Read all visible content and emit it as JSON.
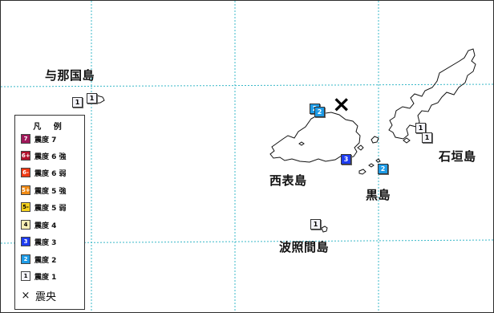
{
  "map": {
    "places": {
      "yonaguni": "与那国島",
      "ishigaki": "石垣島",
      "iriomote": "西表島",
      "kuroshima": "黒島",
      "hateruma": "波照間島"
    },
    "markers": {
      "yonaguni_1a": "1",
      "yonaguni_1b": "1",
      "iriomote_n2a": "2",
      "iriomote_n2b": "2",
      "iriomote_s3": "3",
      "kuroshima_2": "2",
      "ishigaki_1a": "1",
      "ishigaki_1b": "1",
      "hateruma_1": "1"
    },
    "epicenter_symbol": "×",
    "colors": {
      "grid": "#39b8c8",
      "coast": "#111111"
    }
  },
  "legend": {
    "title": "凡 例",
    "items": [
      {
        "code": "7",
        "label": "震度 7",
        "color": "#a0185a",
        "text_color": "#ffffff"
      },
      {
        "code": "6+",
        "label": "震度 6 強",
        "color": "#b3122d",
        "text_color": "#ffffff"
      },
      {
        "code": "6-",
        "label": "震度 6 弱",
        "color": "#f03a14",
        "text_color": "#ffffff"
      },
      {
        "code": "5+",
        "label": "震度 5 強",
        "color": "#f08a14",
        "text_color": "#ffffff"
      },
      {
        "code": "5-",
        "label": "震度 5 弱",
        "color": "#f5d21e",
        "text_color": "#000000"
      },
      {
        "code": "4",
        "label": "震度 4",
        "color": "#f8efb4",
        "text_color": "#000000"
      },
      {
        "code": "3",
        "label": "震度 3",
        "color": "#1e3cf0",
        "text_color": "#ffffff"
      },
      {
        "code": "2",
        "label": "震度 2",
        "color": "#1e9be6",
        "text_color": "#ffffff"
      },
      {
        "code": "1",
        "label": "震度 1",
        "color": "#f4f4fa",
        "text_color": "#000000"
      }
    ],
    "epicenter_mark": "×",
    "epicenter_label": "震央"
  }
}
